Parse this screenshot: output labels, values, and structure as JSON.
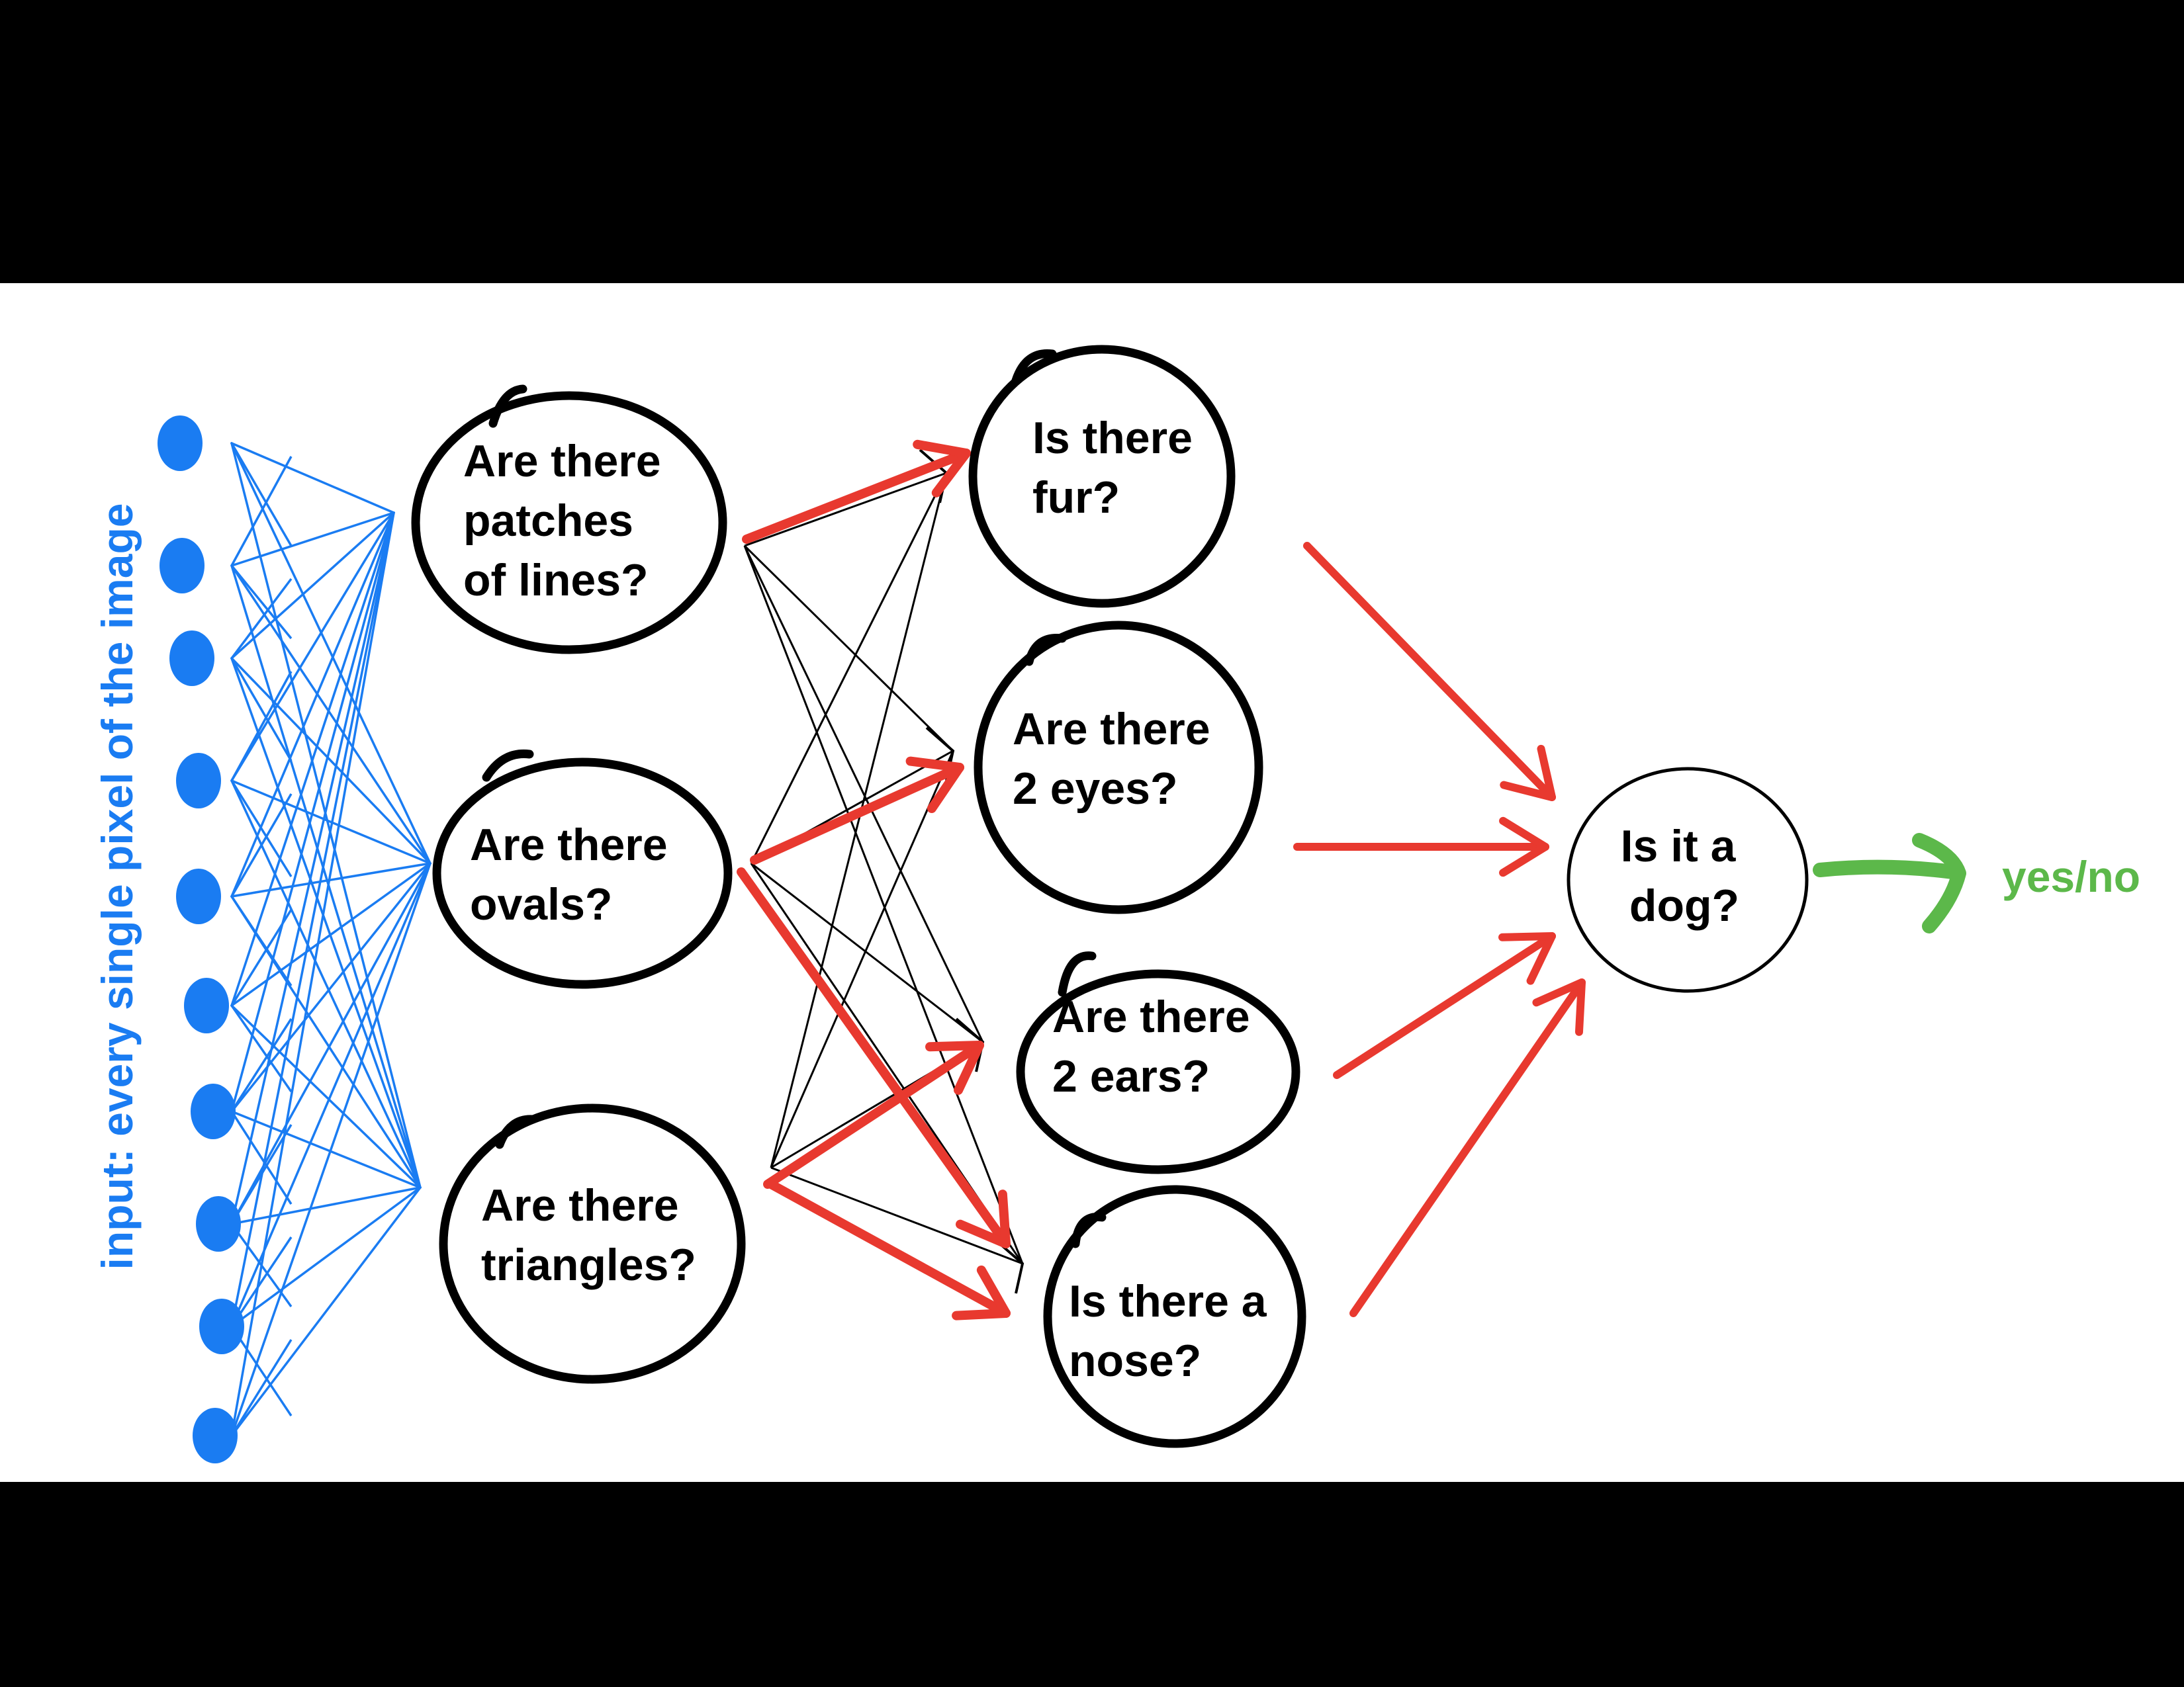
{
  "diagram": {
    "input_label": "input: every single pixel of the image",
    "layer1": [
      {
        "lines": [
          "Are there",
          "patches",
          "of lines?"
        ]
      },
      {
        "lines": [
          "Are there",
          "ovals?"
        ]
      },
      {
        "lines": [
          "Are there",
          "triangles?"
        ]
      }
    ],
    "layer2": [
      {
        "lines": [
          "Is there",
          "fur?"
        ]
      },
      {
        "lines": [
          "Are there",
          "2 eyes?"
        ]
      },
      {
        "lines": [
          "Are there",
          "2 ears?"
        ]
      },
      {
        "lines": [
          "Is there a",
          "nose?"
        ]
      }
    ],
    "output": {
      "lines": [
        "Is it a",
        "dog?"
      ]
    },
    "result_label": "yes/no"
  },
  "colors": {
    "background": "#000000",
    "panel": "#ffffff",
    "input_blue": "#1a7cf2",
    "red_arrow": "#e8392f",
    "green": "#5cb84a",
    "ink": "#000000"
  }
}
